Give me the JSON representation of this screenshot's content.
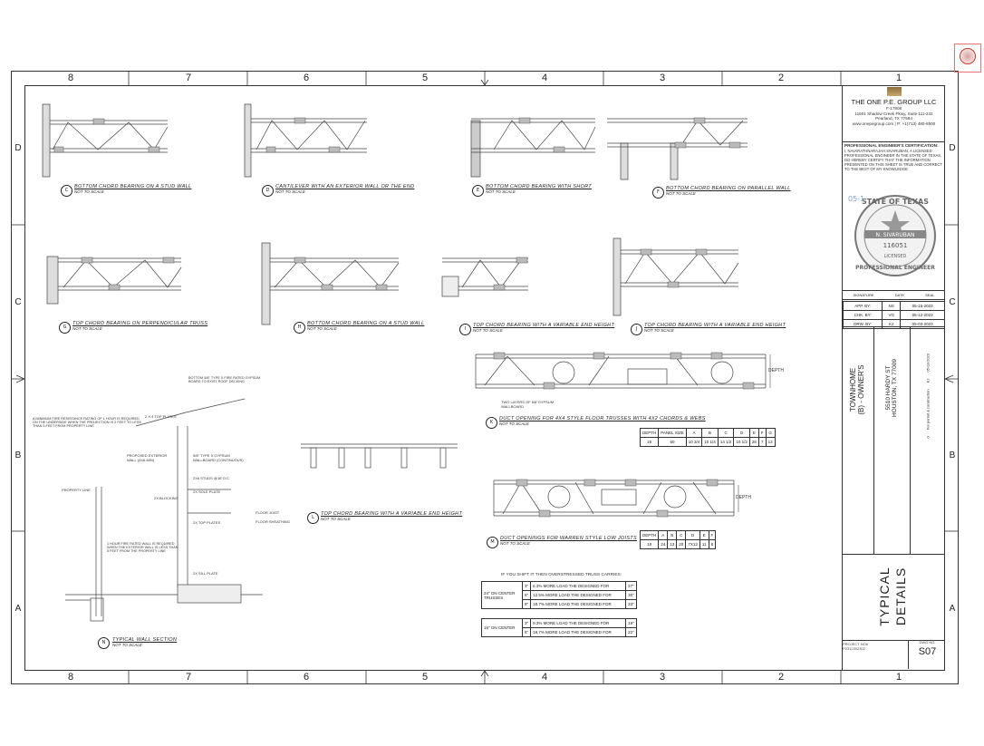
{
  "sheet": {
    "col_numbers_top": [
      "8",
      "7",
      "6",
      "5",
      "4",
      "3",
      "2",
      "1"
    ],
    "col_numbers_bottom": [
      "8",
      "7",
      "6",
      "5",
      "4",
      "3",
      "2",
      "1"
    ],
    "row_letters_left": [
      "D",
      "C",
      "B",
      "A"
    ],
    "row_letters_right": [
      "D",
      "C",
      "B",
      "A"
    ]
  },
  "details": {
    "d1": {
      "num": "C",
      "title": "BOTTOM CHORD BEARING ON A STUD WALL",
      "sub": "NOT TO SCALE"
    },
    "d2": {
      "num": "D",
      "title": "CANTILEVER WITH AN EXTERIOR WALL OR THE END",
      "sub": "NOT TO SCALE"
    },
    "d3": {
      "num": "E",
      "title": "BOTTOM CHORD BEARING WITH SHORT",
      "sub": "NOT TO SCALE"
    },
    "d4": {
      "num": "F",
      "title": "BOTTOM CHORD BEARING ON PARALLEL WALL",
      "sub": "NOT TO SCALE"
    },
    "d5": {
      "num": "G",
      "title": "TOP CHORD BEARING ON PERPENDICULAR TRUSS",
      "sub": "NOT TO SCALE"
    },
    "d6": {
      "num": "H",
      "title": "BOTTOM CHORD BEARING ON A STUD WALL",
      "sub": "NOT TO SCALE"
    },
    "d7": {
      "num": "I",
      "title": "TOP CHORD BEARING WITH A VARIABLE END HEIGHT",
      "sub": "NOT TO SCALE"
    },
    "d8": {
      "num": "J",
      "title": "TOP CHORD BEARING WITH A VARIABLE END HEIGHT",
      "sub": "NOT TO SCALE"
    },
    "d9": {
      "num": "K",
      "title": "DUCT OPENING FOR 4X4 STYLE FLOOR TRUSSES WITH 4X2 CHORDS & WEBS",
      "sub": "NOT TO SCALE"
    },
    "d10": {
      "num": "L",
      "title": "TOP CHORD BEARING WITH A VARIABLE END HEIGHT",
      "sub": "NOT TO SCALE"
    },
    "d11": {
      "num": "M",
      "title": "DUCT OPENINGS FOR WARREN STYLE LOW JOISTS",
      "sub": "NOT TO SCALE"
    },
    "d12": {
      "num": "N",
      "title": "TYPICAL WALL SECTION",
      "sub": "NOT TO SCALE"
    }
  },
  "labels": {
    "depth": "DEPTH",
    "two_layers": "TWO LAYERS OF 5/8\"GYPSUM WALLBOARD",
    "property_line": "PROPERTY LINE",
    "two_x4_top": "2 X 4 TOP PLATES",
    "proposed_wall": "PROPOSED EXTERIOR WALL (4X6-MIN)",
    "wall_note": "A MINIMUM FIRE RESISTANCE RATING OF 1 HOUR IS REQUIRED ON THE UNDERSIDE WHEN THE PROJECTION IS 2 FEET TO LESS THAN 5 FEET FROM PROPERTY LINE",
    "gypsum_note": "5/8\" TYPE X GYPSUM WALLBOARD (CONTINUOUS)",
    "stud_note": "2X6 STUDS @16\"O.C.",
    "blocking": "2X BLOCKING",
    "sole_plate": "2X SOLE PLATE",
    "rim_joist": "FLOOR JOIST",
    "floor_sheathing": "FLOOR SHEATHING",
    "one_hour": "1 HOUR FIRE RATED WALL IS REQUIRED WHEN THE EXTERIOR WALL IS LESS THAN 5 FEET FROM THE PROPERTY LINE",
    "sill_plate": "2X SILL PLATE",
    "top_plate_note": "2X TOP PLATES",
    "roof_note": "BOTTOM 5/8\" TYPE X FIRE RATED GYPSUM BOARD TO EXIST ROOF DECKING"
  },
  "table_k": {
    "headers": [
      "DEPTH",
      "PANEL SIZE",
      "A",
      "B",
      "C",
      "D",
      "E",
      "F",
      "G"
    ],
    "row": [
      "18",
      "60",
      "10 3/4",
      "10 1/4",
      "14 1/2",
      "10 1/2",
      "26",
      "7",
      "13"
    ]
  },
  "table_m": {
    "headers": [
      "DEPTH",
      "A",
      "B",
      "C",
      "D",
      "E",
      "F"
    ],
    "row": [
      "18",
      "24",
      "13",
      "20",
      "7X12",
      "11",
      "8"
    ]
  },
  "overstress": {
    "heading": "IF YOU SHIFT IT    THEN OVERSTRESSED TRUSS CARRIES:",
    "group1_label": "24\" ON CENTER TRUSSES",
    "group1": [
      {
        "shift": "3\"",
        "text": "6.3% MORE LOAD THE DESIGNED FOR",
        "span": "27\""
      },
      {
        "shift": "6\"",
        "text": "12.5% MORE LOAD THE DESIGNED FOR",
        "span": "30\""
      },
      {
        "shift": "9\"",
        "text": "18.7% MORE LOAD THE DESIGNED FOR",
        "span": "33\""
      }
    ],
    "group2_label": "16\" ON CENTER",
    "group2": [
      {
        "shift": "3\"",
        "text": "9.3% MORE LOAD THE DESIGNED FOR",
        "span": "19\""
      },
      {
        "shift": "6\"",
        "text": "18.7% MORE LOAD THE DESIGNED FOR",
        "span": "22\""
      }
    ]
  },
  "title_block": {
    "firm": "THE ONE P.E. GROUP LLC",
    "firm_no": "F-17808",
    "address1": "11601 Shadow Creek Pkwy, Suite 111-232",
    "address2": "Pearland, TX 77584",
    "web": "www.onepegroup.com | P: +1(713) 480-8500",
    "cert_title": "PROFESSIONAL ENGINEER'S CERTIFICATION:",
    "cert_text": "I, NAVARATHNARAJAH SIVARUBAN, A LICENSED PROFESSIONAL ENGINEER IN THE STATE OF TEXAS, DO HEREBY CERTIFY THAT THE INFORMATION PRESENTED ON THIS SHEET IS TRUE AND CORRECT TO THE BEST OF MY KNOWLEDGE",
    "seal_top": "STATE OF TEXAS",
    "seal_name": "N. SIVARUBAN",
    "seal_num": "116051",
    "seal_bottom": "PROFESSIONAL ENGINEER",
    "seal_licensed": "LICENSED",
    "seal_date": "05-1",
    "sig_headers": [
      "SIGNATURE",
      "DATE",
      "SEAL"
    ],
    "rows": [
      {
        "k": "APP. BY:",
        "v": "NS",
        "d": "05-15-2023"
      },
      {
        "k": "CHK. BY:",
        "v": "VG",
        "d": "05-12-2023"
      },
      {
        "k": "DRW. BY:",
        "v": "KJ",
        "d": "05-03-2023"
      }
    ],
    "project_title_1": "TOWNHOME",
    "project_title_2": "(B) - OWNER'S",
    "project_addr_1": "5510 HARDY ST",
    "project_addr_2": "HOUSTON, TX 77009",
    "rev_label": "For permit & construction",
    "rev_num": "0",
    "rev_init": "KJ",
    "rev_date": "05-03-2023",
    "sheet_title_1": "TYPICAL",
    "sheet_title_2": "DETAILS",
    "project_no_label": "PROJECT NO#",
    "project_no": "P2312302302",
    "dwg_no_label": "DWG NO.",
    "dwg_no": "S07"
  }
}
